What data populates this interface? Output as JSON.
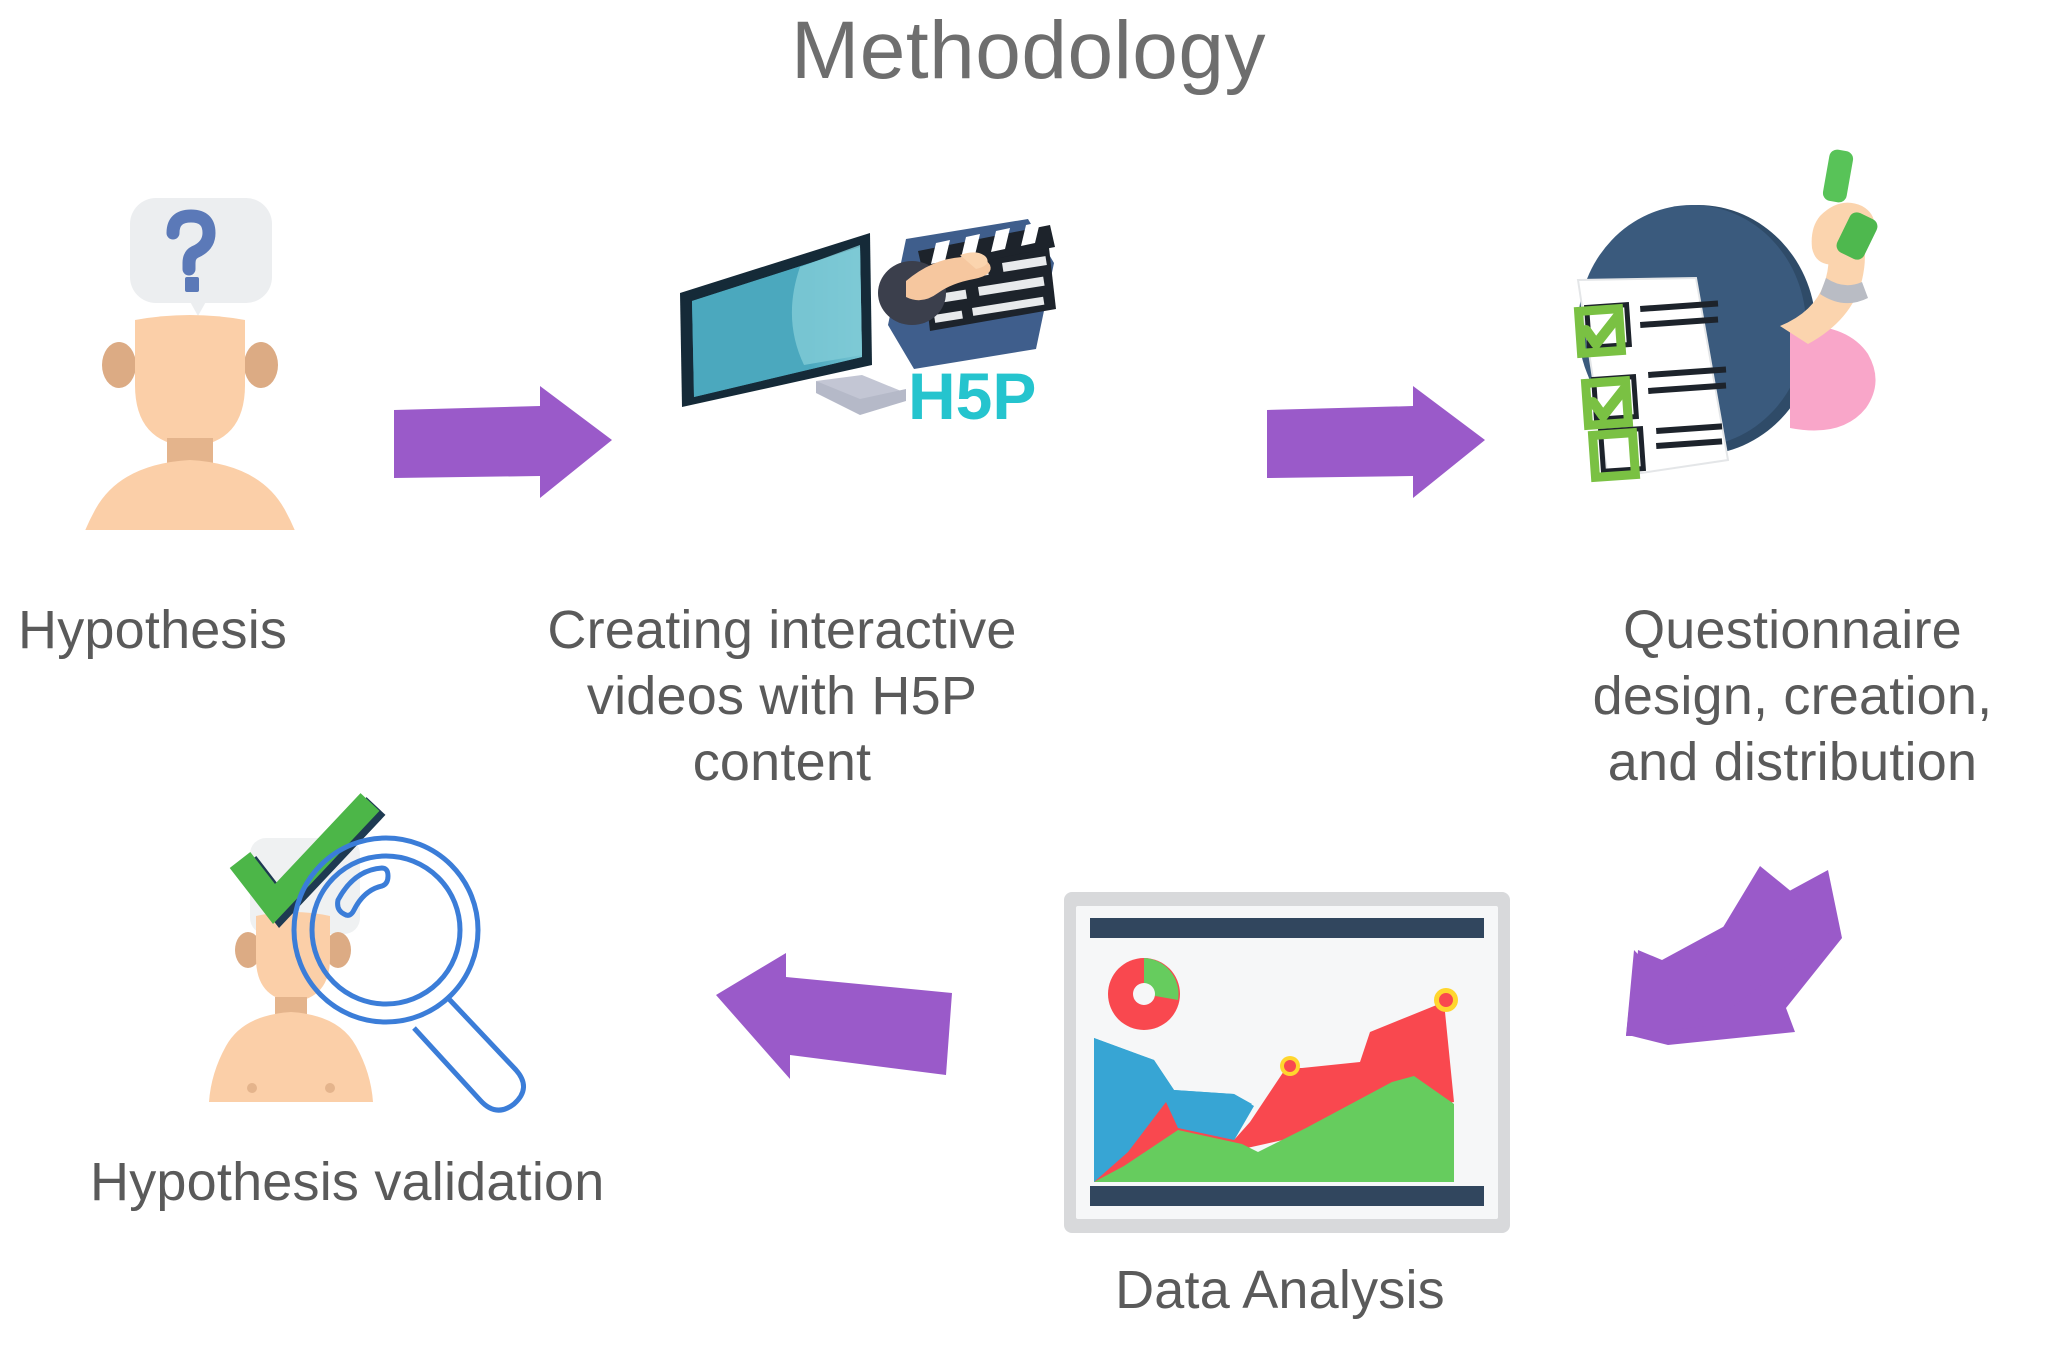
{
  "title": "Methodology",
  "colors": {
    "title_gray": "#6e6e6e",
    "label_gray": "#5a5a5a",
    "arrow_purple": "#9a5ac9",
    "h5p_cyan": "#25c4ce",
    "skin": "#fbcfa8",
    "skin_shadow": "#dcab84",
    "bubble_gray": "#eceef0",
    "question_blue": "#5b79b8",
    "screen_teal_dark": "#4ba8be",
    "screen_teal_light": "#7fcad6",
    "bezel_navy": "#152a38",
    "stand_gray": "#c3c6d4",
    "clapper_blue": "#3f5e8c",
    "clapper_dark": "#1d232b",
    "circle_navy": "#3a5a7d",
    "check_green": "#7ac143",
    "sleeve_pink": "#f9a6c9",
    "pen_green": "#58c358",
    "frame_gray": "#d8d9db",
    "canvas_white": "#f6f7f8",
    "bar_navy": "#31465e",
    "chart_red": "#f9484f",
    "chart_green": "#66cc5e",
    "chart_blue": "#37a5d4",
    "chart_yellow": "#ffd62e",
    "validate_green": "#4cb648",
    "magnifier_blue": "#3b7dd8"
  },
  "steps": [
    {
      "id": "hypothesis",
      "label": "Hypothesis",
      "icon": "person-question-icon"
    },
    {
      "id": "creating-videos",
      "label_lines": [
        "Creating interactive",
        "videos with H5P",
        "content"
      ],
      "icon": "monitor-clapperboard-icon",
      "badge": "H5P"
    },
    {
      "id": "questionnaire",
      "label_lines": [
        "Questionnaire",
        "design, creation,",
        "and distribution"
      ],
      "icon": "checklist-survey-icon"
    },
    {
      "id": "data-analysis",
      "label": "Data Analysis",
      "icon": "chart-board-icon"
    },
    {
      "id": "hypothesis-validation",
      "label": "Hypothesis validation",
      "icon": "person-magnifier-check-icon"
    }
  ],
  "arrows": [
    {
      "id": "arrow-hypothesis-to-videos",
      "direction": "right"
    },
    {
      "id": "arrow-videos-to-questionnaire",
      "direction": "right"
    },
    {
      "id": "arrow-questionnaire-to-data",
      "direction": "down-left"
    },
    {
      "id": "arrow-data-to-validation",
      "direction": "left"
    }
  ],
  "chart_data": {
    "type": "area",
    "title": "Data Analysis",
    "note": "decorative dashboard illustration",
    "series": [
      {
        "name": "blue",
        "color": "#37a5d4",
        "values": [
          74,
          62,
          46,
          44,
          36,
          20,
          0,
          0,
          0,
          0
        ]
      },
      {
        "name": "red",
        "color": "#f9484f",
        "values": [
          0,
          18,
          34,
          30,
          26,
          34,
          52,
          56,
          72,
          84
        ]
      },
      {
        "name": "green",
        "color": "#66cc5e",
        "values": [
          2,
          10,
          22,
          26,
          22,
          18,
          30,
          42,
          54,
          40
        ]
      }
    ],
    "markers": [
      {
        "x": 5.6,
        "y": 52,
        "color": "#ffd62e"
      },
      {
        "x": 9.2,
        "y": 84,
        "color": "#ffd62e"
      }
    ],
    "donut": {
      "slices": [
        {
          "name": "red",
          "value": 72,
          "color": "#f9484f"
        },
        {
          "name": "green",
          "value": 28,
          "color": "#66cc5e"
        }
      ]
    },
    "grid": false,
    "legend": "none"
  }
}
